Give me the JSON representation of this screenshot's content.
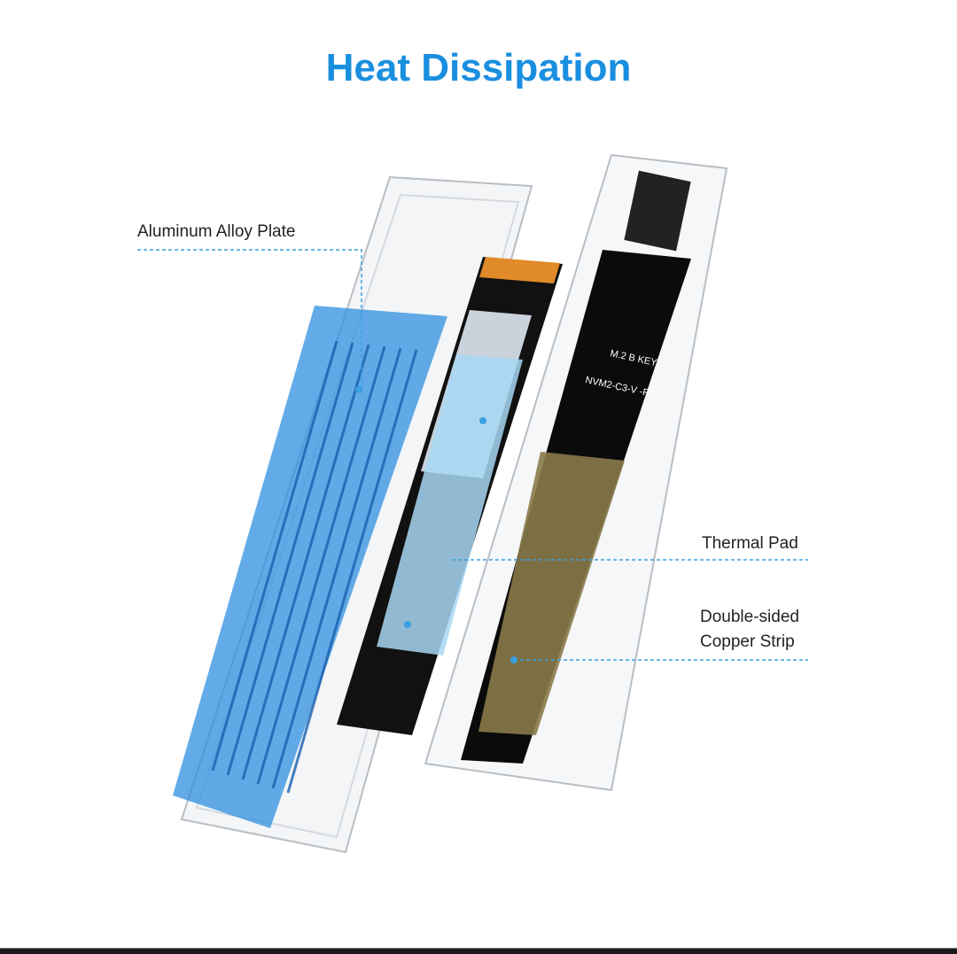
{
  "title": "Heat Dissipation",
  "labels": {
    "aluminum_plate": "Aluminum Alloy Plate",
    "thermal_pad": "Thermal Pad",
    "copper_strip_line1": "Double-sided",
    "copper_strip_line2": "Copper Strip"
  },
  "board_text": {
    "key": "M.2 B KEY",
    "model": "NVM2-C3-V -R1.0"
  },
  "colors": {
    "title": "#1a8fe0",
    "plate": "#2f8fe0",
    "callout_line": "#3aa0e0",
    "board": "#0b0b0b",
    "copper": "#8a7a4a",
    "ssd_contacts": "#e08a2a"
  }
}
